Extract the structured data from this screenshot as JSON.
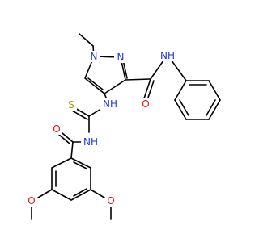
{
  "molecule": {
    "atoms": {
      "n1": "N",
      "n2": "N",
      "nh_amide": "NH",
      "o_amide": "O",
      "nh_thio": "NH",
      "s_thio": "S",
      "n_imide": "NH",
      "o_benzoyl": "O",
      "o_meo_left": "O",
      "o_meo_right": "O"
    }
  }
}
